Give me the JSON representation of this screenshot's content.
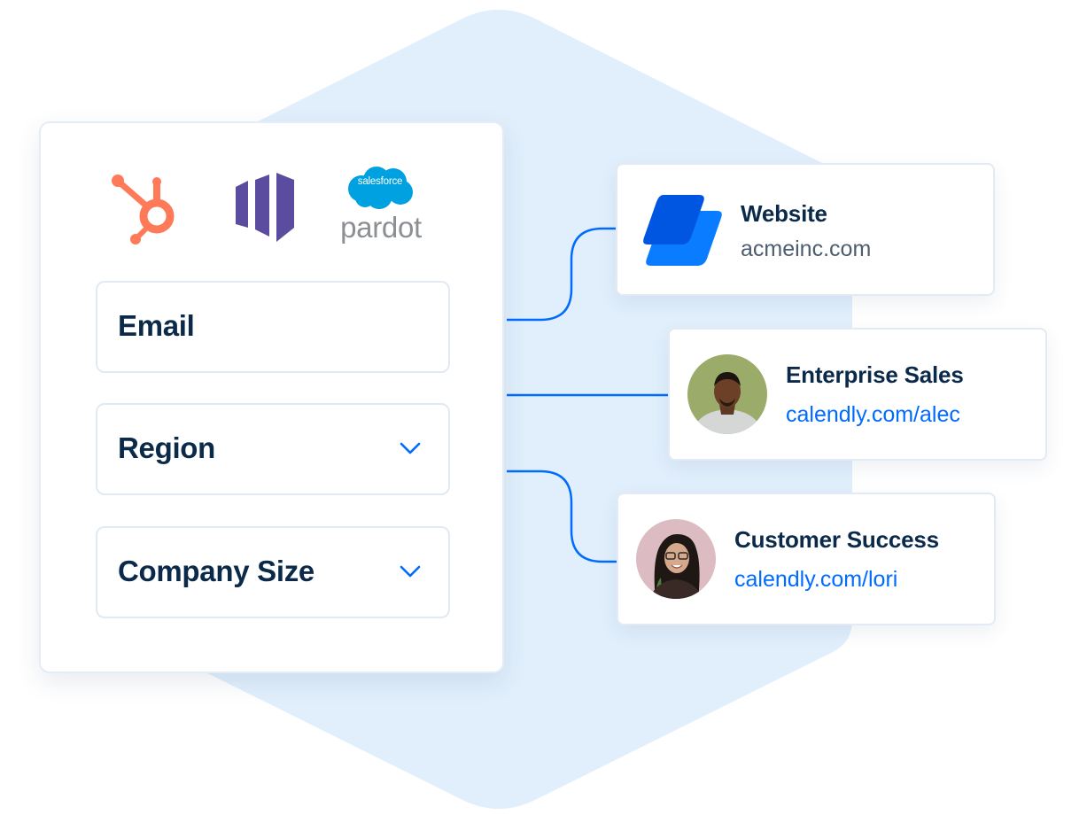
{
  "colors": {
    "accent": "#006bff",
    "navy": "#0b2a4a",
    "background_shape": "#e1effc",
    "hubspot": "#ff7a59",
    "marketo": "#5c4c9f",
    "salesforce": "#00a1e0",
    "pardot_gray": "#8c8f94"
  },
  "integrations": [
    {
      "name": "HubSpot",
      "icon": "hubspot-logo-icon"
    },
    {
      "name": "Marketo",
      "icon": "marketo-logo-icon"
    },
    {
      "name": "Salesforce Pardot",
      "icon": "salesforce-cloud-icon"
    }
  ],
  "pardot_logo": {
    "cloud_text": "salesforce",
    "wordmark": "pardot"
  },
  "form": {
    "fields": [
      {
        "label": "Email",
        "type": "text"
      },
      {
        "label": "Region",
        "type": "dropdown",
        "icon": "chevron-down-icon"
      },
      {
        "label": "Company Size",
        "type": "dropdown",
        "icon": "chevron-down-icon"
      }
    ]
  },
  "destinations": [
    {
      "title": "Website",
      "subtitle": "acmeinc.com",
      "icon": "calendly-logo-icon"
    },
    {
      "title": "Enterprise Sales",
      "subtitle": "calendly.com/alec",
      "icon": "avatar-alec"
    },
    {
      "title": "Customer Success",
      "subtitle": "calendly.com/lori",
      "icon": "avatar-lori"
    }
  ]
}
